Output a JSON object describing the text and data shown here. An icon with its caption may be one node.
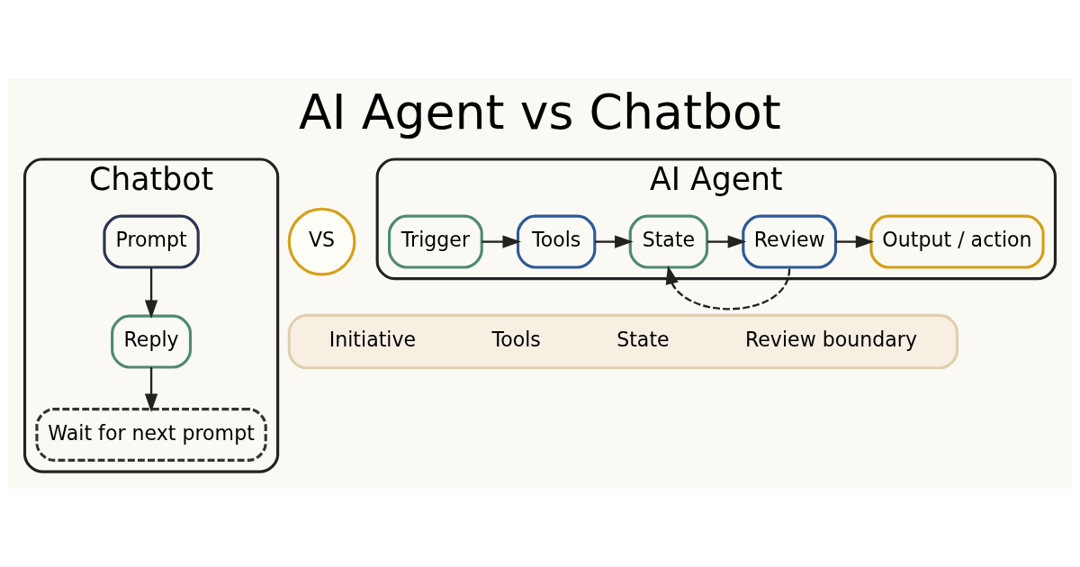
{
  "diagram": {
    "title": "AI Agent vs Chatbot",
    "nodes": [
      {
        "text": [
          "Chatbot"
        ]
      },
      {
        "text": [
          "Prompt"
        ],
        "in": 0
      },
      {
        "text": [
          "Reply"
        ],
        "in": 0
      },
      {
        "text": [
          "Wait for next prompt"
        ],
        "in": 0
      },
      {
        "text": [
          "VS"
        ]
      },
      {
        "text": [
          "AI Agent"
        ]
      },
      {
        "text": [
          "Trigger"
        ],
        "in": 5
      },
      {
        "text": [
          "Tools"
        ],
        "in": 5
      },
      {
        "text": [
          "State"
        ],
        "in": 5
      },
      {
        "text": [
          "Review"
        ],
        "in": 5
      },
      {
        "text": [
          "Output / action"
        ],
        "in": 5
      },
      {
        "text": [
          "Initiative",
          "Tools",
          "State",
          "Review boundary"
        ]
      }
    ],
    "edges": [
      {
        "from": 1,
        "to": 2,
        "arrow": "to"
      },
      {
        "from": 2,
        "to": 3,
        "arrow": "to"
      },
      {
        "from": 6,
        "to": 7,
        "arrow": "to"
      },
      {
        "from": 7,
        "to": 8,
        "arrow": "to"
      },
      {
        "from": 8,
        "to": 9,
        "arrow": "to"
      },
      {
        "from": 9,
        "to": 10,
        "arrow": "to"
      },
      {
        "from": 9,
        "to": 8,
        "arrow": "to",
        "style": "dashed"
      }
    ]
  }
}
